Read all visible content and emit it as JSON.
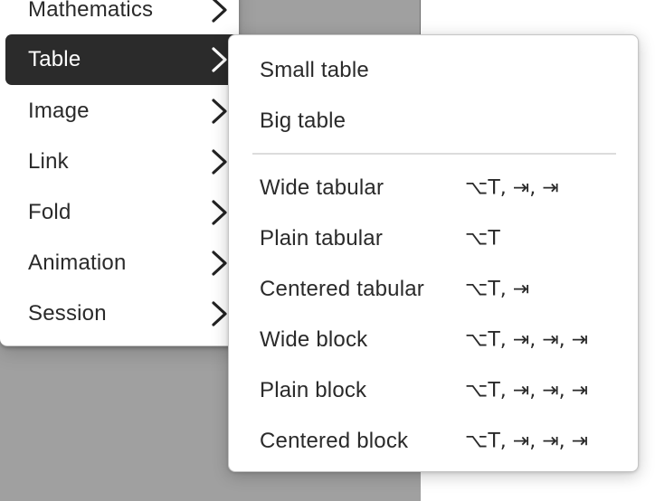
{
  "main_menu": {
    "items": [
      {
        "label": "Mathematics",
        "has_submenu": true
      },
      {
        "label": "Table",
        "has_submenu": true,
        "active": true
      },
      {
        "label": "Image",
        "has_submenu": true
      },
      {
        "label": "Link",
        "has_submenu": true
      },
      {
        "label": "Fold",
        "has_submenu": true
      },
      {
        "label": "Animation",
        "has_submenu": true
      },
      {
        "label": "Session",
        "has_submenu": true
      }
    ]
  },
  "submenu": {
    "parent": "Table",
    "group1": [
      {
        "label": "Small table",
        "shortcut": ""
      },
      {
        "label": "Big table",
        "shortcut": ""
      }
    ],
    "group2": [
      {
        "label": "Wide tabular",
        "shortcut": "⌥T, ⇥, ⇥"
      },
      {
        "label": "Plain tabular",
        "shortcut": "⌥T"
      },
      {
        "label": "Centered tabular",
        "shortcut": "⌥T, ⇥"
      },
      {
        "label": "Wide block",
        "shortcut": "⌥T, ⇥, ⇥, ⇥"
      },
      {
        "label": "Plain block",
        "shortcut": "⌥T, ⇥, ⇥, ⇥"
      },
      {
        "label": "Centered block",
        "shortcut": "⌥T, ⇥, ⇥, ⇥"
      }
    ]
  },
  "colors": {
    "active_bg": "#2b2b2b",
    "text": "#2a2a2a",
    "backdrop": "#a0a0a0",
    "separator": "#dcdcdc"
  }
}
